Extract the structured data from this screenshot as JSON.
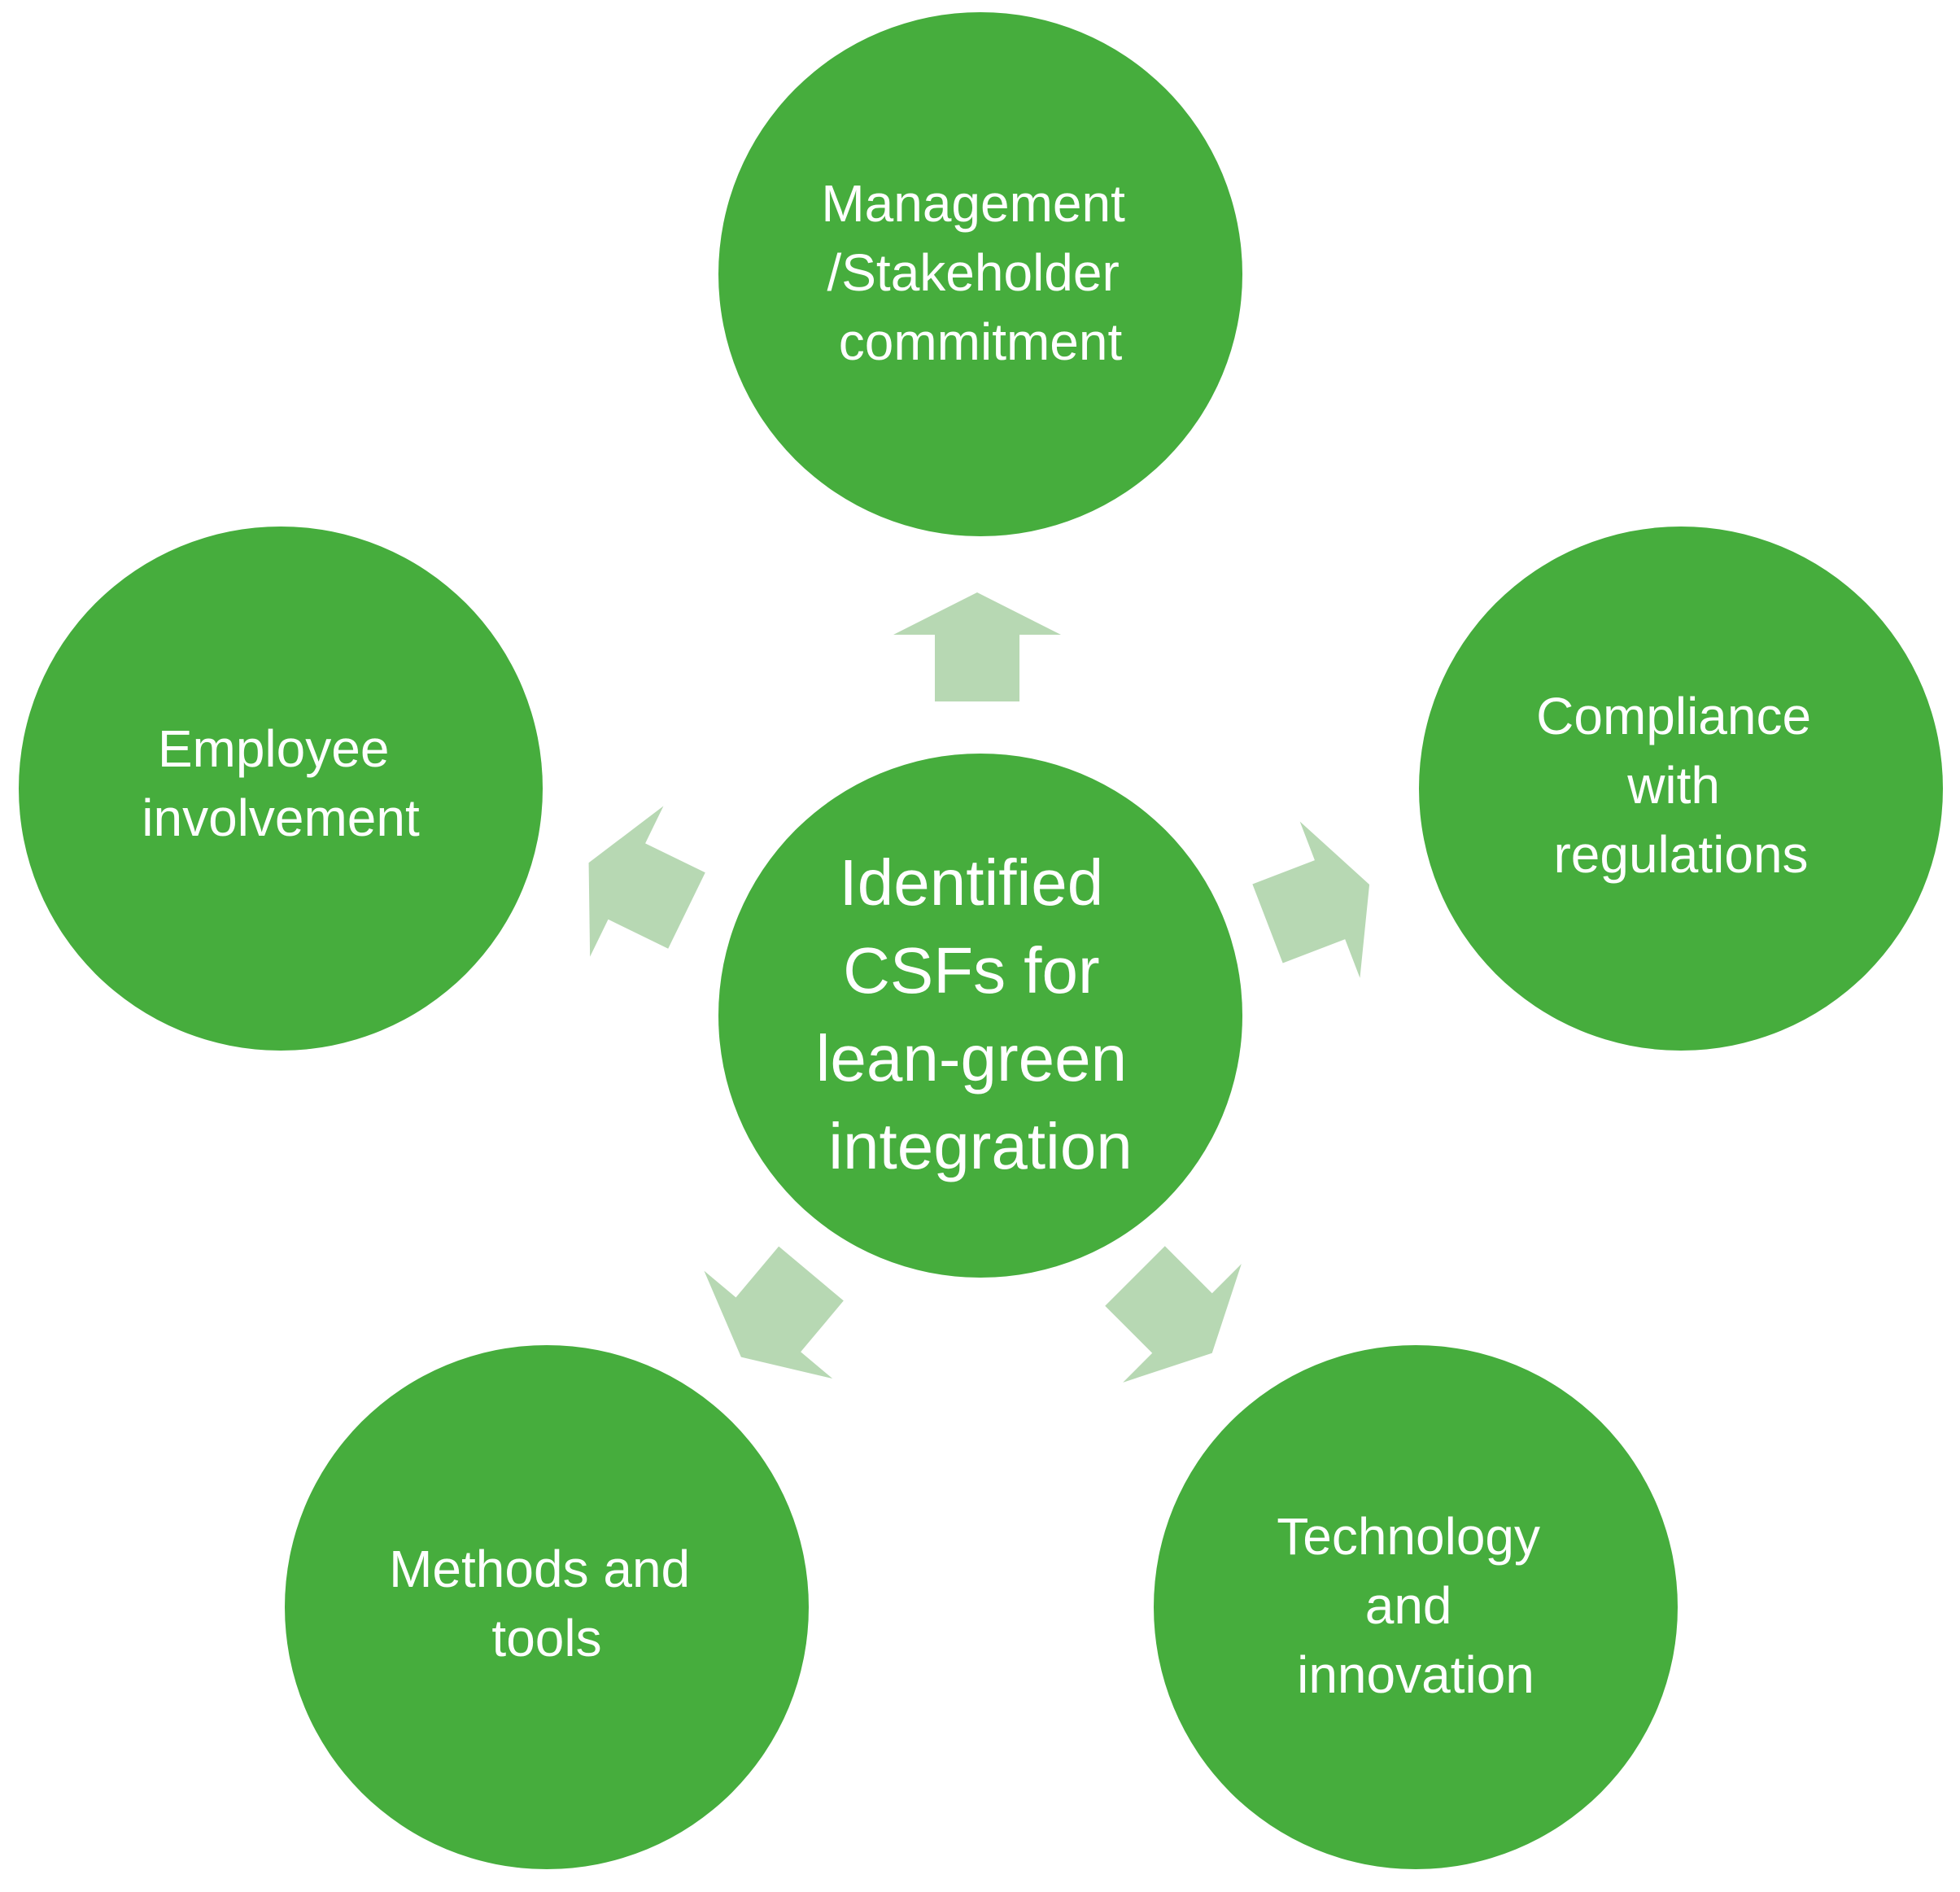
{
  "diagram": {
    "center": {
      "lines": [
        "Identified",
        "CSFs for",
        "lean-green",
        "integration"
      ]
    },
    "nodes": [
      {
        "id": "management",
        "lines": [
          "Management",
          "/Stakeholder",
          "commitment"
        ]
      },
      {
        "id": "compliance",
        "lines": [
          "Compliance",
          "with",
          "regulations"
        ]
      },
      {
        "id": "technology",
        "lines": [
          "Technology",
          "and",
          "innovation"
        ]
      },
      {
        "id": "methods",
        "lines": [
          "Methods and",
          "tools"
        ]
      },
      {
        "id": "employee",
        "lines": [
          "Employee",
          "involvement"
        ]
      }
    ],
    "colors": {
      "circle": "#46ad3d",
      "arrow": "#b7d8b3",
      "text": "#ffffff",
      "background": "#ffffff"
    }
  }
}
